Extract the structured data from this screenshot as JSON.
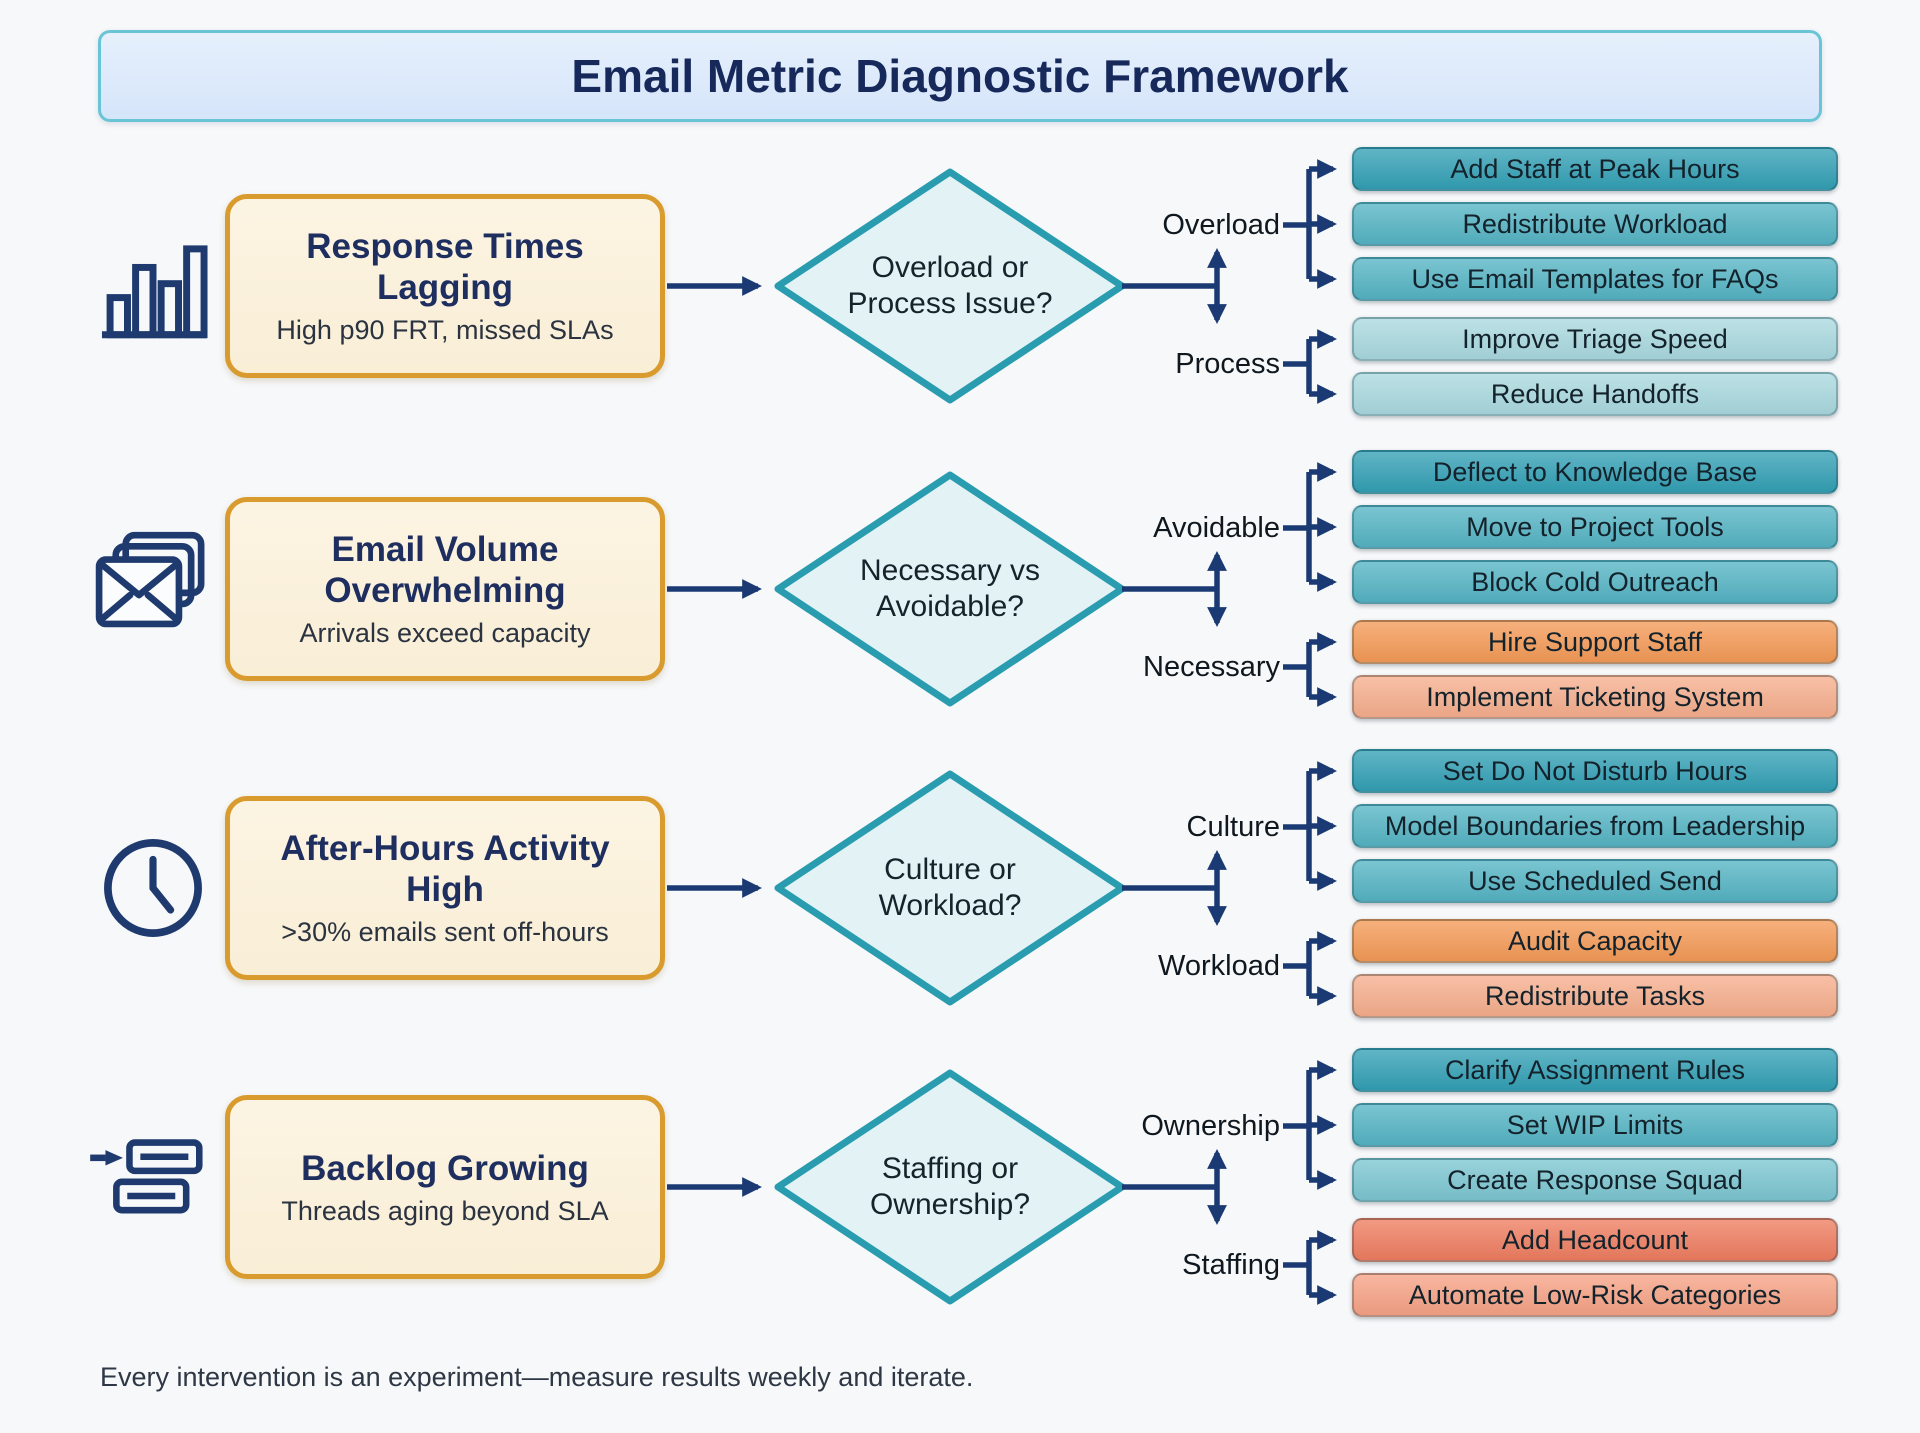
{
  "title": "Email Metric Diagnostic Framework",
  "footer": "Every intervention is an experiment—measure results weekly and iterate.",
  "colors": {
    "arrow": "#1b3a74",
    "diamond_bg": "#e2f2f5",
    "diamond_border": "#2a9cb0",
    "problem_bg": "#fbf1dc",
    "problem_border": "#d99b2d",
    "title_bg": "#dbe9fb",
    "title_border": "#69c4d6",
    "icon": "#1e3a6e",
    "teal_dark": "#33a0b5",
    "teal_mid": "#55b4c4",
    "teal_soft": "#7cc6d1",
    "teal_light": "#a9d9df",
    "orange": "#f49a57",
    "salmon": "#f6ae8d",
    "coral": "#ee7d60",
    "coral_light": "#f6a285"
  },
  "rows": [
    {
      "icon": "bar-chart",
      "problem": {
        "title": "Response Times Lagging",
        "subtitle": "High p90 FRT, missed SLAs"
      },
      "decision": {
        "line1": "Overload or",
        "line2": "Process Issue?"
      },
      "branches": {
        "up": {
          "label": "Overload",
          "actions": [
            {
              "label": "Add Staff at Peak Hours",
              "color": "#33a0b5"
            },
            {
              "label": "Redistribute Workload",
              "color": "#55b4c4"
            },
            {
              "label": "Use Email Templates for FAQs",
              "color": "#55b4c4"
            }
          ]
        },
        "down": {
          "label": "Process",
          "actions": [
            {
              "label": "Improve Triage Speed",
              "color": "#a9d9df"
            },
            {
              "label": "Reduce Handoffs",
              "color": "#a9d9df"
            }
          ]
        }
      }
    },
    {
      "icon": "envelope-stack",
      "problem": {
        "title": "Email Volume Overwhelming",
        "subtitle": "Arrivals exceed capacity"
      },
      "decision": {
        "line1": "Necessary vs",
        "line2": "Avoidable?"
      },
      "branches": {
        "up": {
          "label": "Avoidable",
          "actions": [
            {
              "label": "Deflect to Knowledge Base",
              "color": "#33a0b5"
            },
            {
              "label": "Move to Project Tools",
              "color": "#55b4c4"
            },
            {
              "label": "Block Cold Outreach",
              "color": "#55b4c4"
            }
          ]
        },
        "down": {
          "label": "Necessary",
          "actions": [
            {
              "label": "Hire Support Staff",
              "color": "#f49a57"
            },
            {
              "label": "Implement Ticketing System",
              "color": "#f6ae8d"
            }
          ]
        }
      }
    },
    {
      "icon": "clock",
      "problem": {
        "title": "After-Hours Activity High",
        "subtitle": ">30% emails sent off-hours"
      },
      "decision": {
        "line1": "Culture or",
        "line2": "Workload?"
      },
      "branches": {
        "up": {
          "label": "Culture",
          "actions": [
            {
              "label": "Set Do Not Disturb Hours",
              "color": "#33a0b5"
            },
            {
              "label": "Model Boundaries from Leadership",
              "color": "#55b4c4"
            },
            {
              "label": "Use Scheduled Send",
              "color": "#55b4c4"
            }
          ]
        },
        "down": {
          "label": "Workload",
          "actions": [
            {
              "label": "Audit Capacity",
              "color": "#f49a57"
            },
            {
              "label": "Redistribute Tasks",
              "color": "#f6ae8d"
            }
          ]
        }
      }
    },
    {
      "icon": "backlog-stack",
      "problem": {
        "title": "Backlog Growing",
        "subtitle": "Threads aging beyond SLA"
      },
      "decision": {
        "line1": "Staffing or",
        "line2": "Ownership?"
      },
      "branches": {
        "up": {
          "label": "Ownership",
          "actions": [
            {
              "label": "Clarify Assignment Rules",
              "color": "#33a0b5"
            },
            {
              "label": "Set WIP Limits",
              "color": "#55b4c4"
            },
            {
              "label": "Create Response Squad",
              "color": "#7cc6d1"
            }
          ]
        },
        "down": {
          "label": "Staffing",
          "actions": [
            {
              "label": "Add Headcount",
              "color": "#ee7d60"
            },
            {
              "label": "Automate Low-Risk Categories",
              "color": "#f6a285"
            }
          ]
        }
      }
    }
  ]
}
